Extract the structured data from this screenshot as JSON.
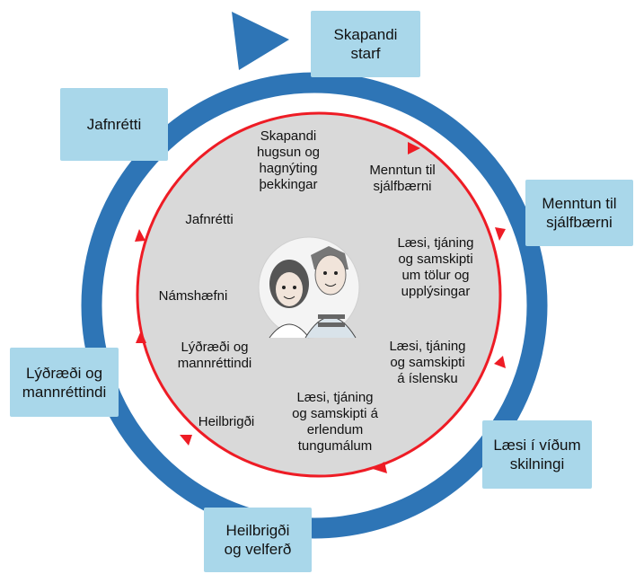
{
  "outer_boxes": [
    {
      "id": "skapandi",
      "lines": [
        "Skapandi",
        "starf"
      ]
    },
    {
      "id": "menntun",
      "lines": [
        "Menntun til",
        "sjálfbærni"
      ]
    },
    {
      "id": "laesi",
      "lines": [
        "Læsi í víðum",
        "skilningi"
      ]
    },
    {
      "id": "heilbrigdi",
      "lines": [
        "Heilbrigði",
        "og velferð"
      ]
    },
    {
      "id": "lydraedi",
      "lines": [
        "Lýðræði og",
        "mannréttindi"
      ]
    },
    {
      "id": "jafnretti",
      "lines": [
        "Jafnrétti"
      ]
    }
  ],
  "inner_labels": [
    {
      "id": "skapandi",
      "lines": [
        "Skapandi",
        "hugsun og",
        "hagnýting",
        "þekkingar"
      ]
    },
    {
      "id": "menntun",
      "lines": [
        "Menntun til",
        "sjálfbærni"
      ]
    },
    {
      "id": "laesi-tolur",
      "lines": [
        "Læsi, tjáning",
        "og samskipti",
        "um tölur og",
        "upplýsingar"
      ]
    },
    {
      "id": "laesi-islensku",
      "lines": [
        "Læsi, tjáning",
        "og samskipti",
        "á íslensku"
      ]
    },
    {
      "id": "laesi-erlendum",
      "lines": [
        "Læsi, tjáning",
        "og samskipti á",
        "erlendum",
        "tungumálum"
      ]
    },
    {
      "id": "heilbrigdi",
      "lines": [
        "Heilbrigði"
      ]
    },
    {
      "id": "lydraedi",
      "lines": [
        "Lýðræði og",
        "mannréttindi"
      ]
    },
    {
      "id": "namshaefni",
      "lines": [
        "Námshæfni"
      ]
    },
    {
      "id": "jafnretti",
      "lines": [
        "Jafnrétti"
      ]
    }
  ],
  "colors": {
    "outer_ring": "#2e75b6",
    "box_fill": "#a9d7ea",
    "inner_fill": "#d9d9d9",
    "inner_ring": "#ee1c25"
  },
  "center_image": "two-students-illustration"
}
